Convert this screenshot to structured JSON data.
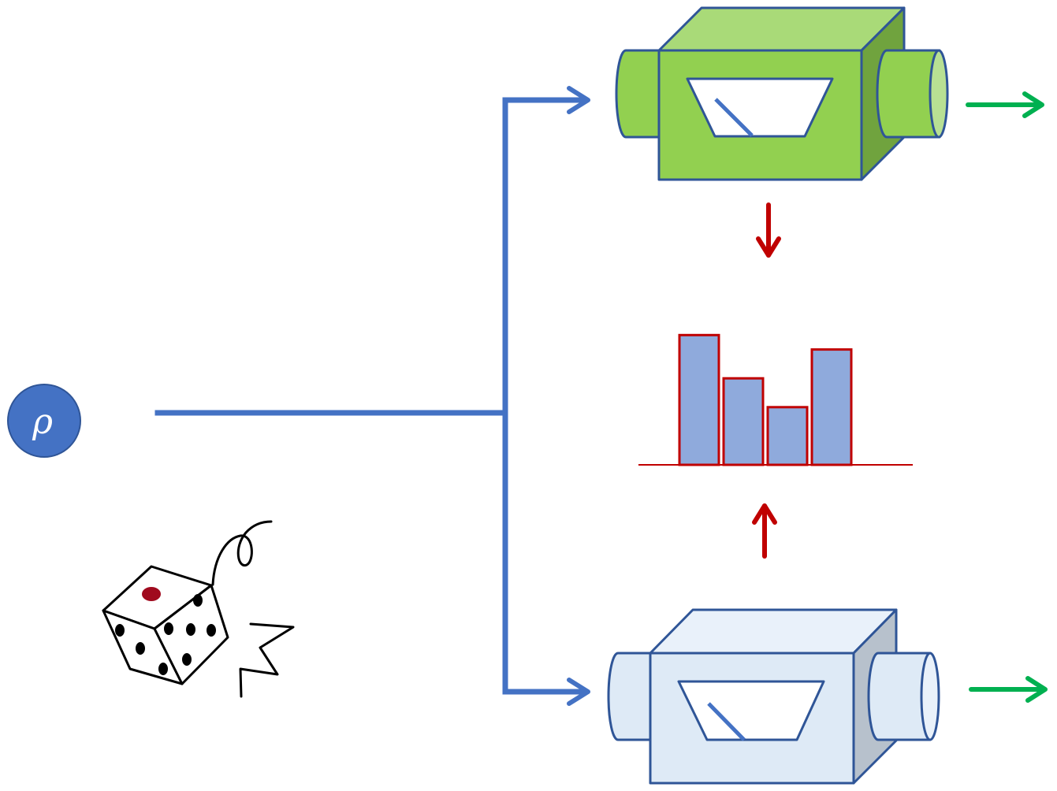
{
  "state": {
    "symbol": "ρ"
  },
  "histogram": {
    "values": [
      0.9,
      0.6,
      0.4,
      0.8
    ]
  },
  "colors": {
    "wire": "#4472C4",
    "state_fill": "#4472C4",
    "meter_top_front": "#92D050",
    "meter_top_top": "#A9DA78",
    "meter_top_side": "#70A33E",
    "meter_bottom_front": "#DEEAF6",
    "meter_bottom_top": "#E9F1FA",
    "meter_bottom_side": "#B7C1CC",
    "meter_outline": "#2F5597",
    "output_arrow": "#00B050",
    "classical_arrow": "#C00000",
    "bar_fill": "#8FAADC",
    "bar_outline": "#C00000",
    "die_pip_red": "#A00A1E"
  }
}
